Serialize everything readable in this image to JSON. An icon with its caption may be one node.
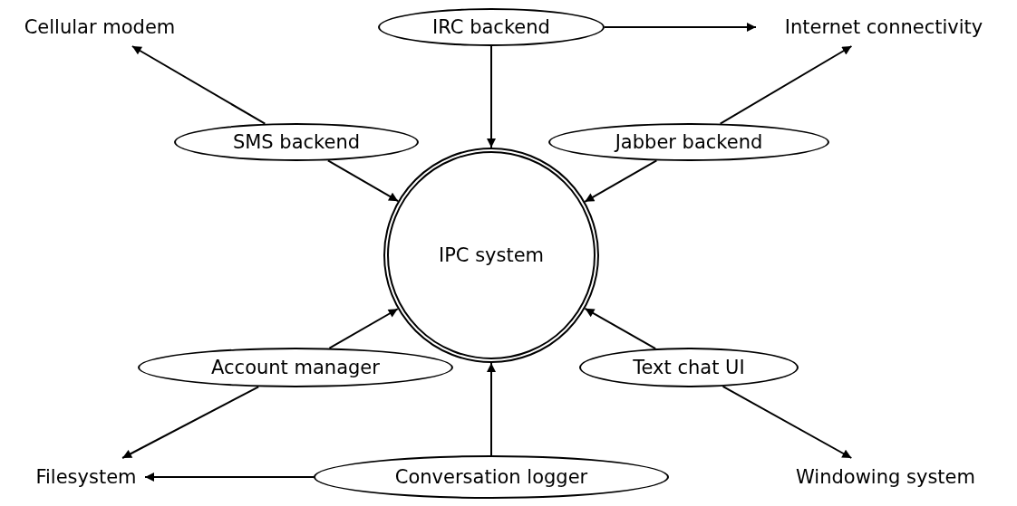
{
  "diagram": {
    "nodes": [
      {
        "text": [
          "IRC backend"
        ]
      },
      {
        "text": [
          "Internet connectivity"
        ]
      },
      {
        "text": [
          "Cellular modem"
        ]
      },
      {
        "text": [
          "SMS backend"
        ]
      },
      {
        "text": [
          "Jabber backend"
        ]
      },
      {
        "text": [
          "IPC system"
        ]
      },
      {
        "text": [
          "Account manager"
        ]
      },
      {
        "text": [
          "Text chat UI"
        ]
      },
      {
        "text": [
          "Filesystem"
        ]
      },
      {
        "text": [
          "Conversation logger"
        ]
      },
      {
        "text": [
          "Windowing system"
        ]
      }
    ],
    "edges": [
      {
        "from": 0,
        "to": 1,
        "arrow": "to"
      },
      {
        "from": 0,
        "to": 5,
        "arrow": "to"
      },
      {
        "from": 3,
        "to": 2,
        "arrow": "to"
      },
      {
        "from": 3,
        "to": 5,
        "arrow": "to"
      },
      {
        "from": 4,
        "to": 1,
        "arrow": "to"
      },
      {
        "from": 4,
        "to": 5,
        "arrow": "to"
      },
      {
        "from": 6,
        "to": 5,
        "arrow": "to"
      },
      {
        "from": 6,
        "to": 8,
        "arrow": "to"
      },
      {
        "from": 7,
        "to": 5,
        "arrow": "to"
      },
      {
        "from": 7,
        "to": 10,
        "arrow": "to"
      },
      {
        "from": 9,
        "to": 5,
        "arrow": "to"
      },
      {
        "from": 9,
        "to": 8,
        "arrow": "to"
      }
    ]
  }
}
